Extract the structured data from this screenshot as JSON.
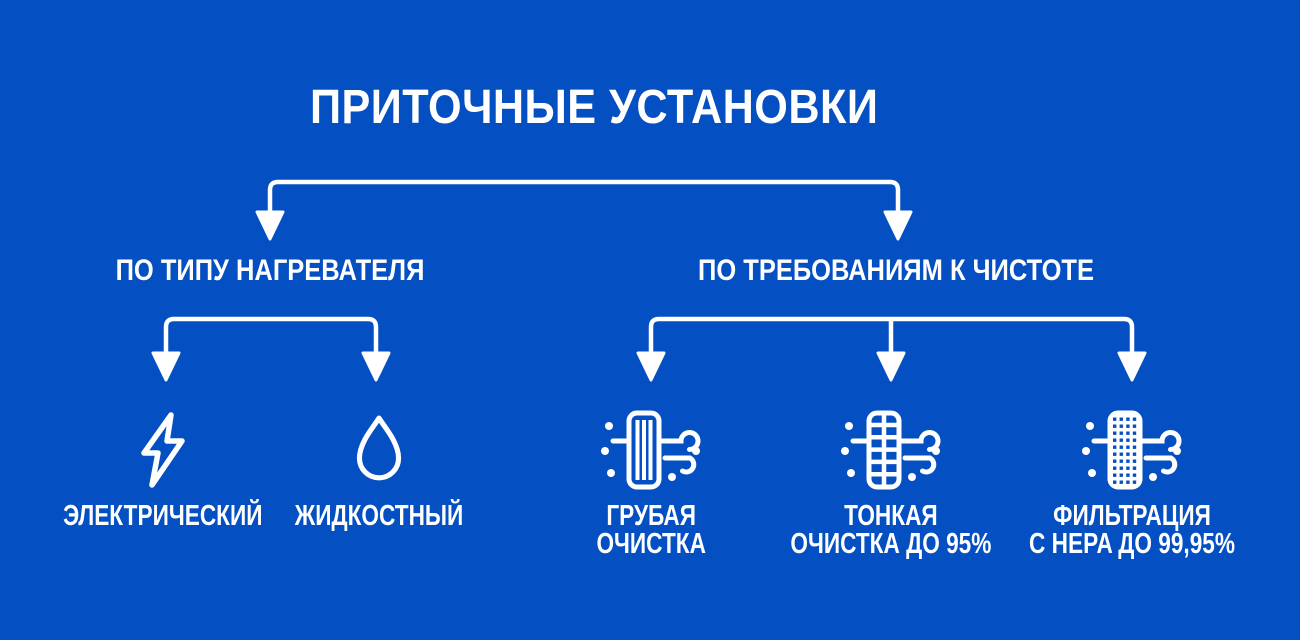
{
  "background_color": "#0450C2",
  "text_color": "#FFFFFF",
  "title": "ПРИТОЧНЫЕ УСТАНОВКИ",
  "branches": [
    {
      "heading": "ПО ТИПУ НАГРЕВАТЕЛЯ",
      "items": [
        {
          "icon": "lightning-icon",
          "lines": [
            "ЭЛЕКТРИЧЕСКИЙ"
          ]
        },
        {
          "icon": "water-drop-icon",
          "lines": [
            "ЖИДКОСТНЫЙ"
          ]
        }
      ]
    },
    {
      "heading": "ПО ТРЕБОВАНИЯМ К ЧИСТОТЕ",
      "items": [
        {
          "icon": "coarse-filter-airflow-icon",
          "lines": [
            "ГРУБАЯ",
            "ОЧИСТКА"
          ]
        },
        {
          "icon": "fine-filter-airflow-icon",
          "lines": [
            "ТОНКАЯ",
            "ОЧИСТКА ДО 95%"
          ]
        },
        {
          "icon": "hepa-filter-airflow-icon",
          "lines": [
            "ФИЛЬТРАЦИЯ",
            "С HEPA ДО 99,95%"
          ]
        }
      ]
    }
  ]
}
